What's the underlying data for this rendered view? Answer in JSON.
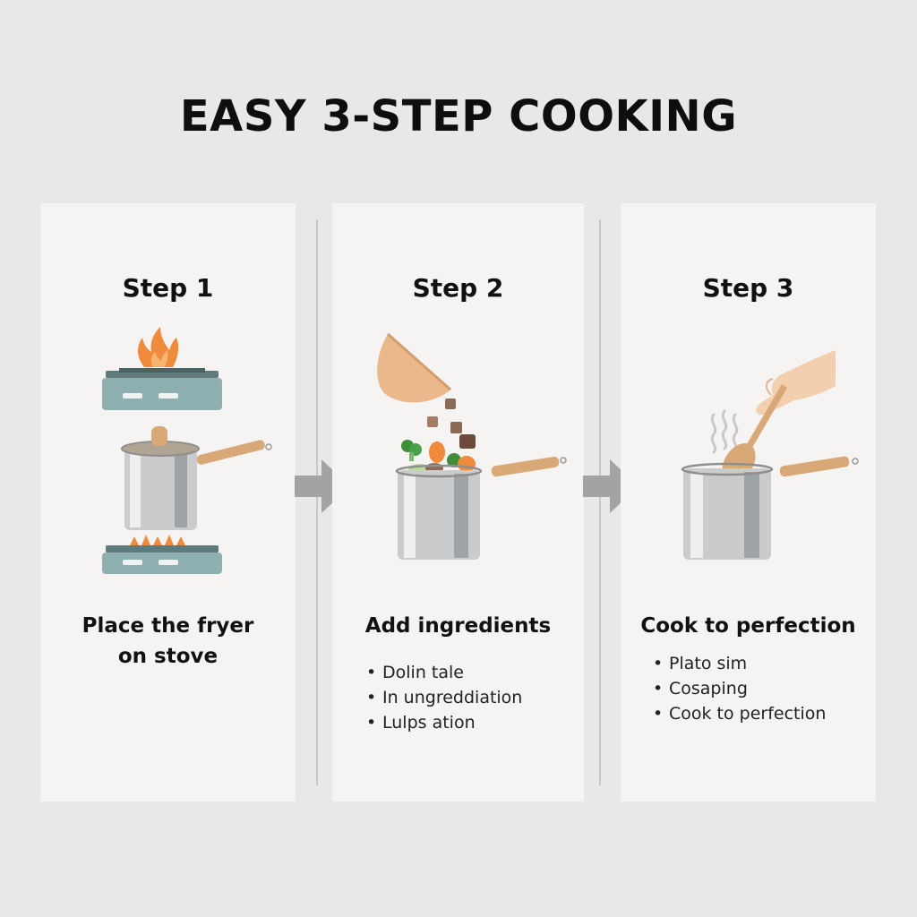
{
  "header": {
    "title": "EASY 3-STEP COOKING"
  },
  "steps": [
    {
      "title": "Step 1",
      "caption_lines": [
        "Place the fryer",
        "on stove"
      ],
      "bullets": []
    },
    {
      "title": "Step 2",
      "caption_lines": [
        "Add ingredients"
      ],
      "bullets": [
        "Dolin tale",
        "In ungreddiation",
        "Lulps ation"
      ]
    },
    {
      "title": "Step 3",
      "caption_lines": [
        "Cook to perfection"
      ],
      "bullets": [
        "Plato sim",
        "Cosaping",
        "Cook to perfection"
      ]
    }
  ],
  "icons": {
    "flame": "flame-icon",
    "stove": "gas-stove-icon",
    "pot": "saucepan-icon",
    "bowl": "bowl-icon",
    "vegetables": "vegetables-icon",
    "hand": "hand-icon",
    "spoon": "wooden-spoon-icon",
    "steam": "steam-icon",
    "arrow": "arrow-right-icon"
  },
  "colors": {
    "background": "#e9e8e6",
    "panel": "#f5f4f2",
    "stove": "#8fb0b0",
    "flame": "#f08a3c",
    "steel": "#c9cbcc",
    "wood": "#d9a877",
    "arrow": "#a3a3a3"
  }
}
